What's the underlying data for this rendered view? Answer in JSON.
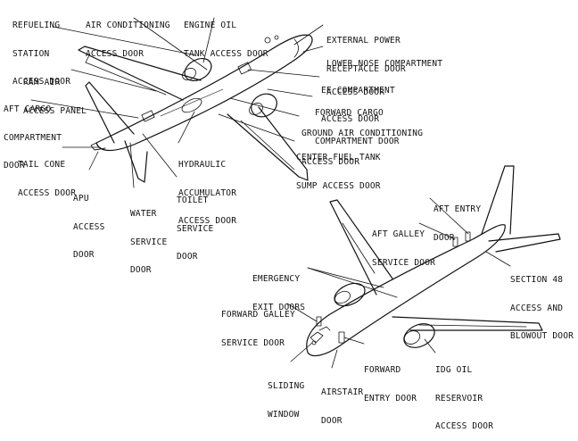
{
  "labels": {
    "refueling": [
      "REFUELING",
      "STATION",
      "ACCESS DOOR"
    ],
    "air_conditioning": [
      "AIR CONDITIONING",
      "ACCESS DOOR"
    ],
    "engine_oil": [
      "ENGINE OIL",
      "TANK ACCESS DOOR"
    ],
    "external_power": [
      "EXTERNAL POWER",
      "RECEPTACLE DOOR"
    ],
    "lower_nose": [
      "LOWER NOSE COMPARTMENT",
      "ACCESS DOOR"
    ],
    "ram_air": [
      "RAM AIR",
      "ACCESS PANEL"
    ],
    "ee_compartment": [
      "EE COMPARTMENT",
      "ACCESS DOOR"
    ],
    "aft_cargo": [
      "AFT CARGO",
      "COMPARTMENT",
      "DOOR"
    ],
    "forward_cargo": [
      "FORWARD CARGO",
      "COMPARTMENT DOOR"
    ],
    "ground_air": [
      "GROUND AIR CONDITIONING",
      "ACCESS DOOR"
    ],
    "center_fuel": [
      "CENTER FUEL TANK",
      "SUMP ACCESS DOOR"
    ],
    "tail_cone": [
      "TAIL CONE",
      "ACCESS DOOR"
    ],
    "hydraulic": [
      "HYDRAULIC",
      "ACCUMULATOR",
      "ACCESS DOOR"
    ],
    "apu": [
      "APU",
      "ACCESS",
      "DOOR"
    ],
    "water": [
      "WATER",
      "SERVICE",
      "DOOR"
    ],
    "toilet": [
      "TOILET",
      "SERVICE",
      "DOOR"
    ],
    "aft_entry": [
      "AFT ENTRY",
      "DOOR"
    ],
    "aft_galley": [
      "AFT GALLEY",
      "SERVICE DOOR"
    ],
    "section48": [
      "SECTION 48",
      "ACCESS AND",
      "BLOWOUT DOOR"
    ],
    "emergency": [
      "EMERGENCY",
      "EXIT DOORS"
    ],
    "fwd_galley": [
      "FORWARD GALLEY",
      "SERVICE DOOR"
    ],
    "fwd_entry": [
      "FORWARD",
      "ENTRY DOOR"
    ],
    "idg": [
      "IDG OIL",
      "RESERVOIR",
      "ACCESS DOOR"
    ],
    "sliding": [
      "SLIDING",
      "WINDOW"
    ],
    "airstair": [
      "AIRSTAIR",
      "DOOR"
    ]
  }
}
